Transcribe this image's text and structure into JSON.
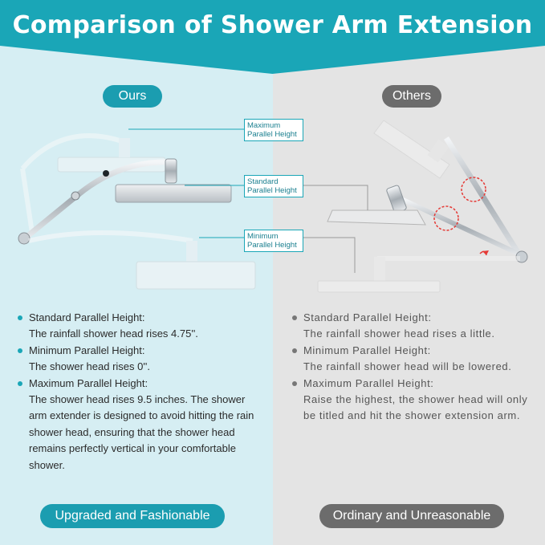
{
  "title": "Comparison of Shower Arm Extension",
  "colors": {
    "accent": "#1aa6b7",
    "grey_label": "#6c6c6c",
    "left_bg": "#d6eef3",
    "right_bg": "#e4e4e4",
    "warning": "#e53935"
  },
  "ours": {
    "label": "Ours",
    "tags": {
      "maximum": "Maximum Parallel Height",
      "standard": "Standard Parallel Height",
      "minimum": "Minimum Parallel Height"
    },
    "points": [
      {
        "heading": "Standard Parallel Height:",
        "text": "The rainfall shower head rises 4.75''."
      },
      {
        "heading": "Minimum Parallel Height:",
        "text": "The shower head rises 0''."
      },
      {
        "heading": "Maximum Parallel Height:",
        "text": "The shower head rises 9.5 inches. The shower arm extender is designed to avoid hitting the rain shower head, ensuring that the shower head remains perfectly vertical in your comfortable shower."
      }
    ],
    "bottom_label": "Upgraded and Fashionable"
  },
  "others": {
    "label": "Others",
    "points": [
      {
        "heading": "Standard Parallel Height:",
        "text": "The rainfall shower head rises a little."
      },
      {
        "heading": "Minimum Parallel Height:",
        "text": "The rainfall shower head will be lowered."
      },
      {
        "heading": "Maximum Parallel Height:",
        "text": "Raise the highest, the shower head will only be titled and hit the shower extension arm."
      }
    ],
    "bottom_label": "Ordinary and Unreasonable"
  }
}
